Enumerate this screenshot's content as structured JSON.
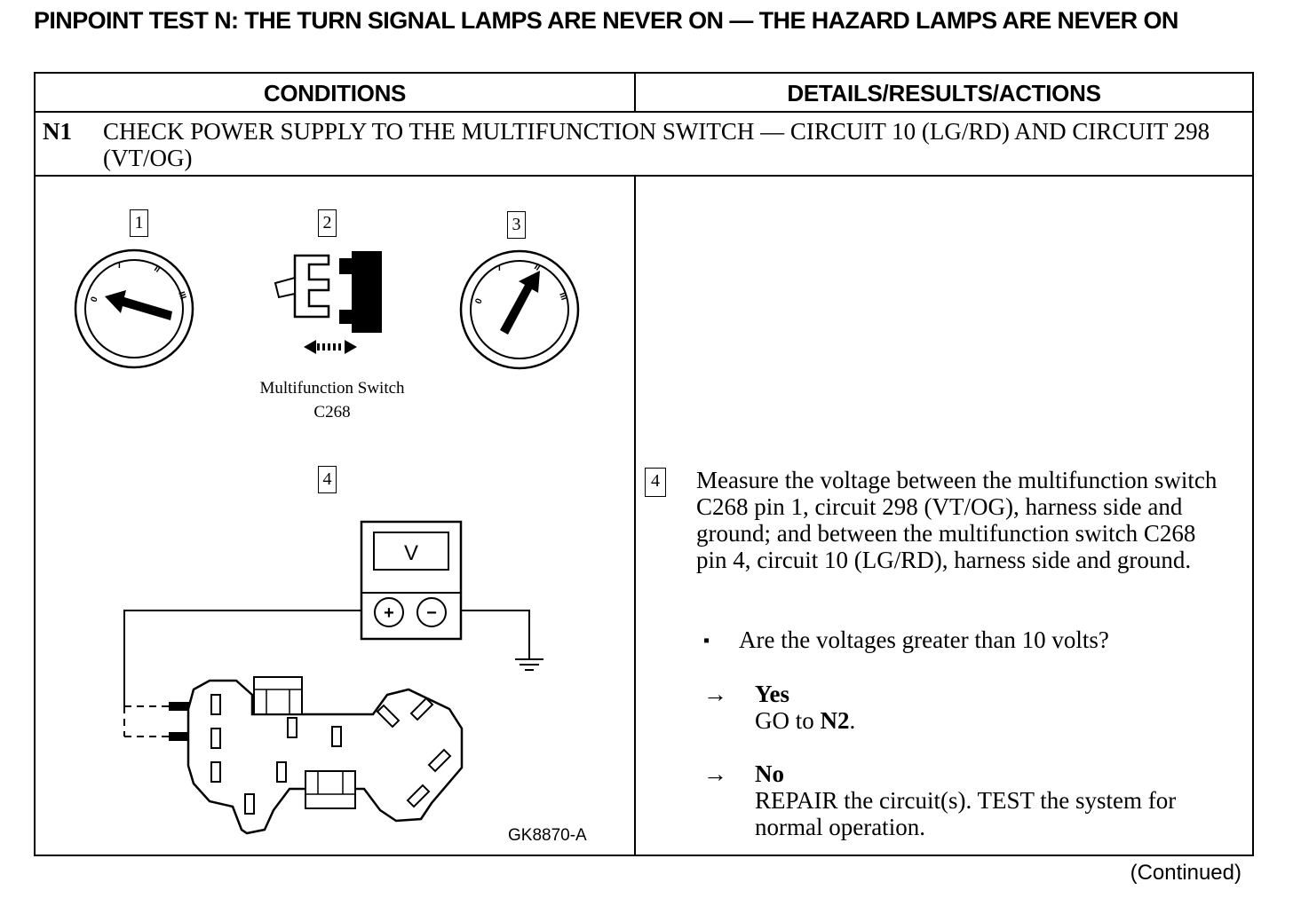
{
  "title": "PINPOINT TEST N:  THE TURN SIGNAL LAMPS ARE NEVER ON — THE HAZARD LAMPS ARE NEVER ON",
  "headers": {
    "conditions": "CONDITIONS",
    "details": "DETAILS/RESULTS/ACTIONS"
  },
  "step": {
    "id": "N1",
    "title": "CHECK POWER SUPPLY TO THE MULTIFUNCTION SWITCH — CIRCUIT 10 (LG/RD) AND CIRCUIT 298 (VT/OG)"
  },
  "figure": {
    "callouts": [
      "1",
      "2",
      "3",
      "4"
    ],
    "caption_line1": "Multifunction Switch",
    "caption_line2": "C268",
    "meter_label": "V",
    "plus": "+",
    "minus": "−",
    "ignition_marks": [
      "0",
      "I",
      "II",
      "III"
    ],
    "figure_id": "GK8870-A"
  },
  "action": {
    "callout": "4",
    "instruction": "Measure the voltage between the multifunction switch C268 pin 1, circuit 298 (VT/OG), harness side and ground; and between the multifunction switch C268 pin 4, circuit 10 (LG/RD), harness side and ground.",
    "question": "Are the voltages greater than 10 volts?",
    "yes_label": "Yes",
    "yes_text": "GO to ",
    "yes_link": "N2",
    "yes_end": ".",
    "no_label": "No",
    "no_text": "REPAIR the circuit(s). TEST the system for normal operation."
  },
  "footer": "(Continued)"
}
